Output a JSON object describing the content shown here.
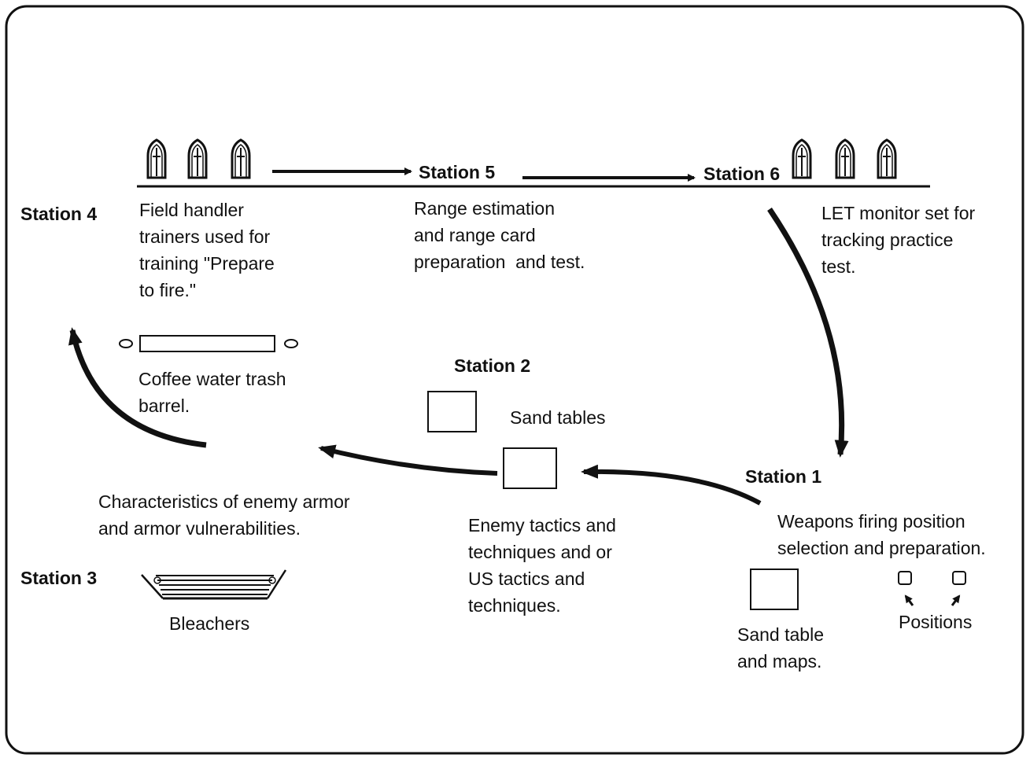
{
  "stations": {
    "s1": "Station 1",
    "s2": "Station 2",
    "s3": "Station 3",
    "s4": "Station 4",
    "s5": "Station 5",
    "s6": "Station 6"
  },
  "descriptions": {
    "field_handler": "Field handler\ntrainers used for\ntraining \"Prepare\nto fire.\"",
    "range_estimation": "Range estimation\nand range card\npreparation  and test.",
    "let_monitor": "LET monitor set for\ntracking practice\ntest.",
    "coffee_barrel": "Coffee water trash\nbarrel.",
    "sand_tables": "Sand tables",
    "enemy_armor": "Characteristics of enemy armor\nand armor vulnerabilities.",
    "enemy_tactics": "Enemy tactics and\ntechniques and or\nUS tactics and\ntechniques.",
    "weapons_firing": "Weapons firing position\nselection and preparation.",
    "bleachers": "Bleachers",
    "sand_table_maps": "Sand table\nand maps.",
    "positions": "Positions"
  },
  "colors": {
    "ink": "#111111",
    "background": "#ffffff"
  }
}
